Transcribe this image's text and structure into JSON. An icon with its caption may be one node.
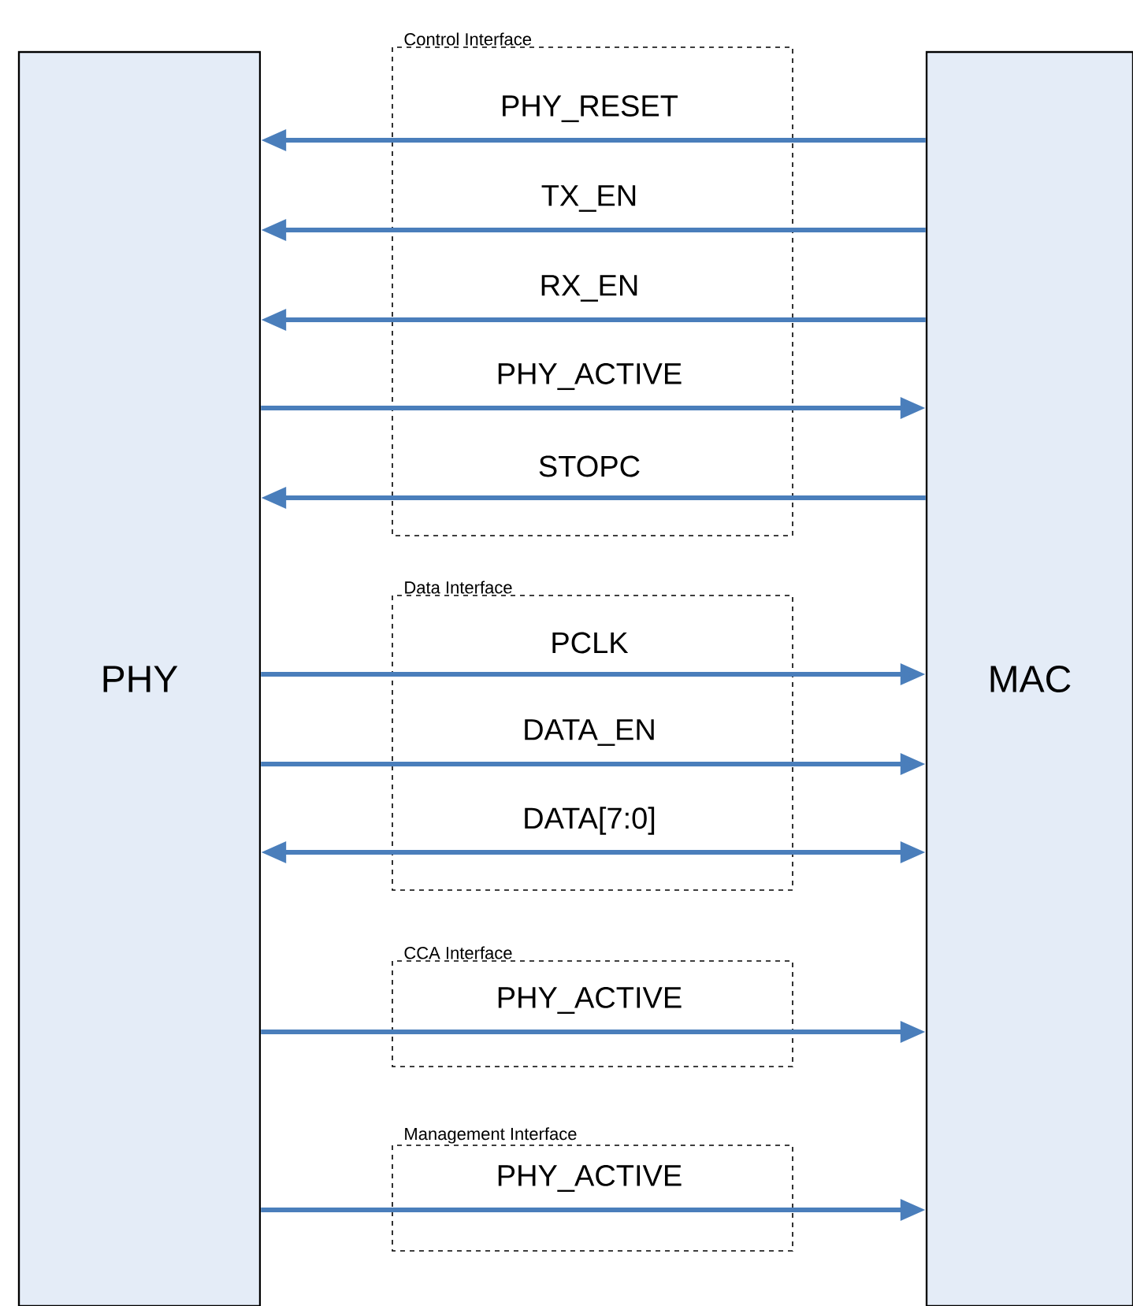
{
  "diagram": {
    "nodes": [
      {
        "text": [
          "PHY"
        ]
      },
      {
        "text": [
          "MAC"
        ]
      }
    ],
    "labels": [
      "Control Interface",
      "Data Interface",
      "CCA Interface",
      "Management Interface"
    ],
    "edges": [
      {
        "from": 1,
        "to": 0,
        "arrow": "to",
        "label": "PHY_RESET"
      },
      {
        "from": 1,
        "to": 0,
        "arrow": "to",
        "label": "TX_EN"
      },
      {
        "from": 1,
        "to": 0,
        "arrow": "to",
        "label": "RX_EN"
      },
      {
        "from": 0,
        "to": 1,
        "arrow": "to",
        "label": "PHY_ACTIVE"
      },
      {
        "from": 1,
        "to": 0,
        "arrow": "to",
        "label": "STOPC"
      },
      {
        "from": 0,
        "to": 1,
        "arrow": "to",
        "label": "PCLK"
      },
      {
        "from": 0,
        "to": 1,
        "arrow": "to",
        "label": "DATA_EN"
      },
      {
        "from": 0,
        "to": 1,
        "arrow": "both",
        "label": "DATA[7:0]"
      },
      {
        "from": 0,
        "to": 1,
        "arrow": "to",
        "label": "PHY_ACTIVE"
      },
      {
        "from": 0,
        "to": 1,
        "arrow": "to",
        "label": "PHY_ACTIVE"
      }
    ]
  }
}
